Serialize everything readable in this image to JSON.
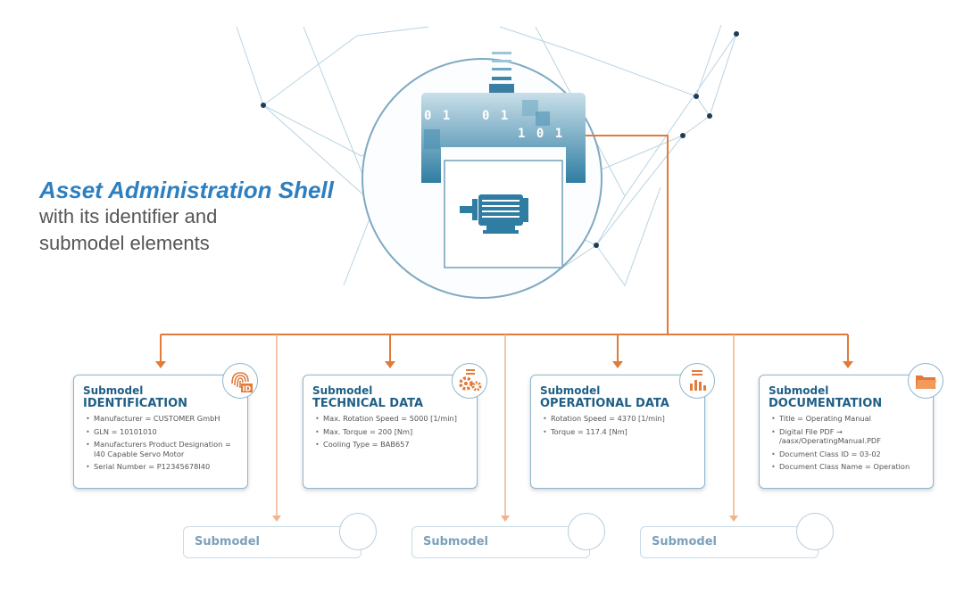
{
  "heading": {
    "title": "Asset Administration Shell",
    "subtitle_line1": "with its identifier and",
    "subtitle_line2": "submodel elements"
  },
  "shell": {
    "binary_left": "0 1",
    "binary_mid": "0 1",
    "binary_right": "1 0 1"
  },
  "submodels": [
    {
      "prefix": "Submodel",
      "name": "IDENTIFICATION",
      "icon": "fingerprint-id-icon",
      "items": [
        "Manufacturer = CUSTOMER GmbH",
        "GLN = 10101010",
        "Manufacturers Product Designation = I40 Capable Servo Motor",
        "Serial Number = P12345678I40"
      ]
    },
    {
      "prefix": "Submodel",
      "name": "TECHNICAL DATA",
      "icon": "gears-icon",
      "items": [
        "Max. Rotation Speed = 5000 [1/min]",
        "Max. Torque = 200 [Nm]",
        "Cooling Type = BAB657"
      ]
    },
    {
      "prefix": "Submodel",
      "name": "OPERATIONAL DATA",
      "icon": "bar-chart-icon",
      "items": [
        "Rotation Speed = 4370 [1/min]",
        "Torque = 117.4 [Nm]"
      ]
    },
    {
      "prefix": "Submodel",
      "name": "DOCUMENTATION",
      "icon": "folder-icon",
      "items": [
        "Title = Operating Manual",
        "Digital File PDF → /aasx/OperatingManual.PDF",
        "Document Class ID = 03-02",
        "Document Class Name = Operation"
      ]
    }
  ],
  "placeholders": [
    "Submodel",
    "Submodel",
    "Submodel"
  ],
  "colors": {
    "accent_blue": "#2d7fc0",
    "connector_orange": "#e07b39",
    "card_border": "#8fb6cd",
    "shell_teal": "#2f7da3"
  }
}
